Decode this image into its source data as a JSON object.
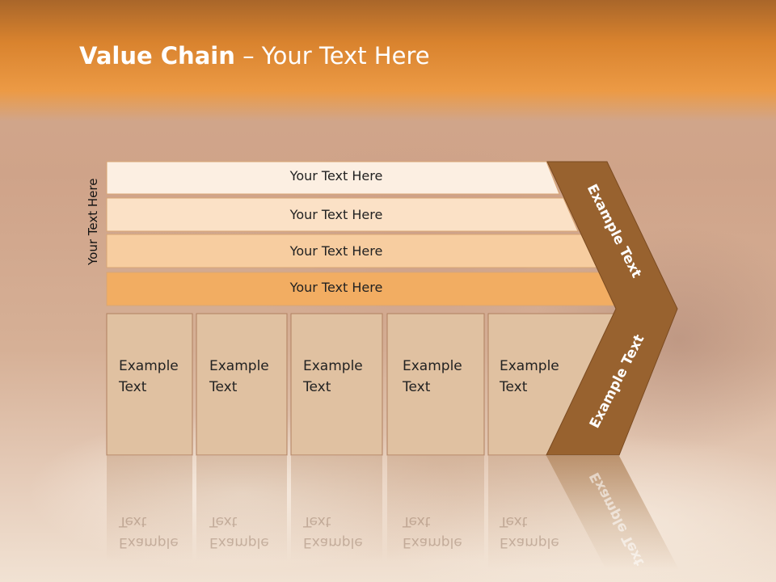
{
  "slide": {
    "title_bold": "Value Chain",
    "title_rest": " – Your Text Here",
    "side_label": "Your Text Here"
  },
  "bars": [
    {
      "label": "Your Text Here",
      "fill": "#fcefe2"
    },
    {
      "label": "Your Text Here",
      "fill": "#fbe1c6"
    },
    {
      "label": "Your Text Here",
      "fill": "#f7cda0"
    },
    {
      "label": "Your Text Here",
      "fill": "#f2ad62"
    }
  ],
  "boxes": [
    {
      "label": "Example\nText"
    },
    {
      "label": "Example\nText"
    },
    {
      "label": "Example\nText"
    },
    {
      "label": "Example\nText"
    },
    {
      "label": "Example\nText"
    }
  ],
  "chevron": {
    "top_label": "Example Text",
    "bottom_label": "Example Text",
    "fill": "#98622f"
  },
  "colors": {
    "box_fill": "#e0c1a1",
    "box_stroke": "#b08060"
  }
}
